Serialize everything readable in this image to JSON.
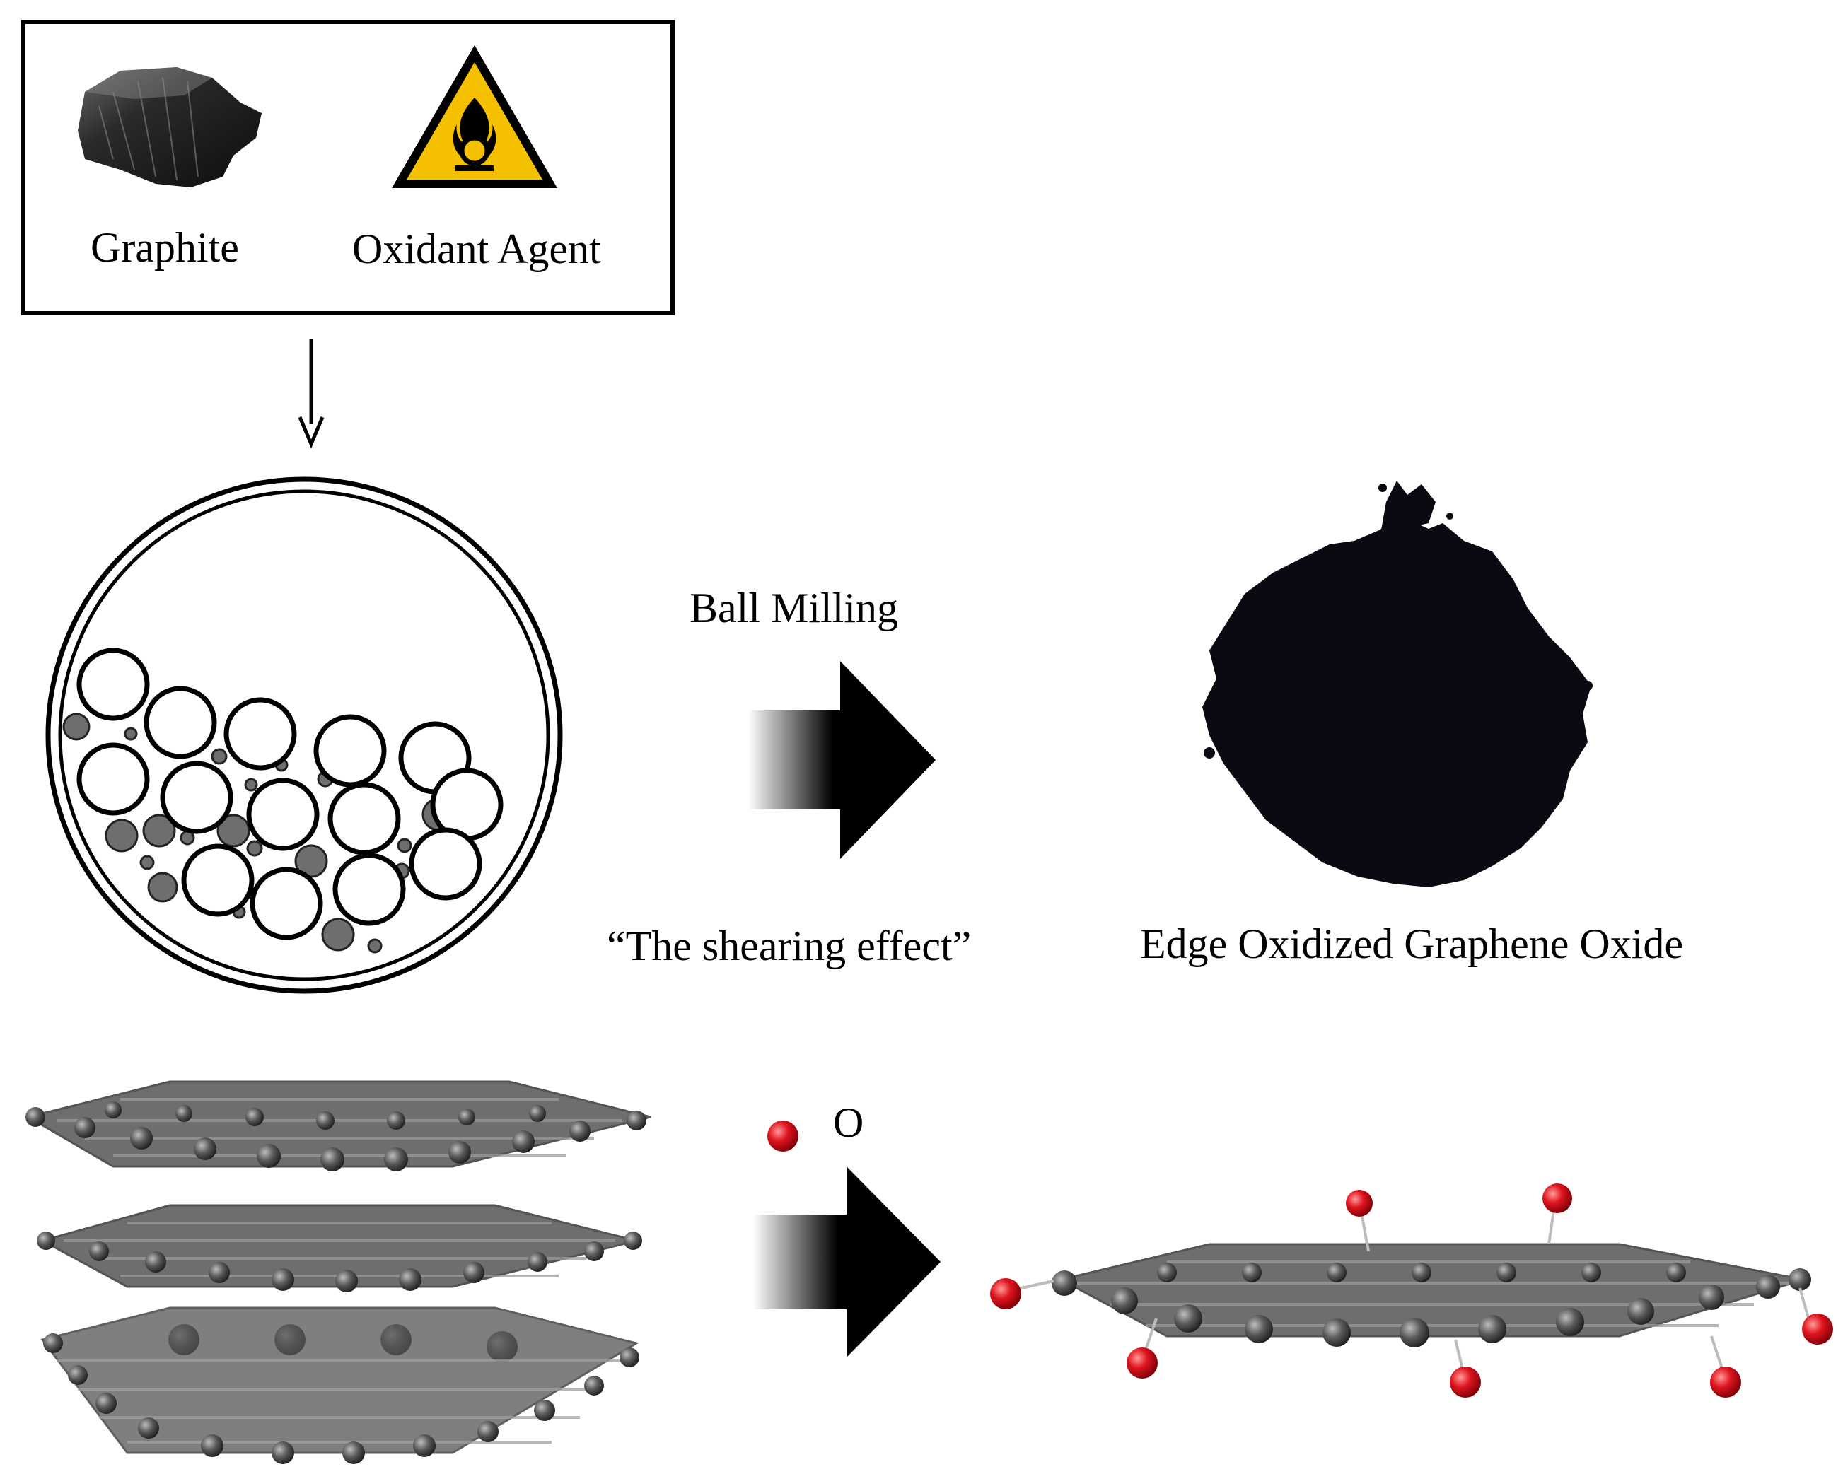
{
  "reactants": {
    "graphite_label": "Graphite",
    "oxidant_label": "Oxidant Agent",
    "graphite_icon": "graphite-rock-icon",
    "oxidant_icon": "oxidizer-hazard-icon",
    "hazard_color": "#F5C000"
  },
  "process": {
    "method_label": "Ball Milling",
    "effect_label": "“The shearing effect”",
    "jar_icon": "ball-mill-jar-icon"
  },
  "product": {
    "label": "Edge Oxidized Graphene Oxide",
    "powder_color": "#0a0a12"
  },
  "molecular": {
    "oxygen_legend_label": "O",
    "oxygen_color": "#E0141E",
    "carbon_color": "#5a5a5a"
  }
}
